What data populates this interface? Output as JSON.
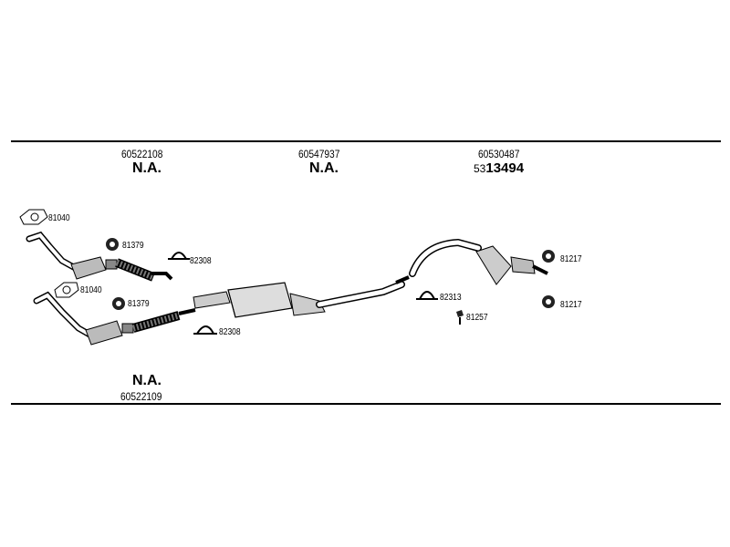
{
  "top_parts": [
    {
      "number": "60522108",
      "status": "N.A."
    },
    {
      "number": "60547937",
      "status": "N.A."
    },
    {
      "number": "60530487",
      "ref_prefix": "53",
      "ref_main": "13494"
    }
  ],
  "bottom_part": {
    "status": "N.A.",
    "number": "60522109"
  },
  "callouts": {
    "gasket_top": "81040",
    "gasket_bottom": "81040",
    "ring_top": "81379",
    "ring_bottom": "81379",
    "clamp_top": "82308",
    "clamp_bottom": "82308",
    "clamp_rear": "82313",
    "bolt_rear": "81257",
    "hanger_top": "81217",
    "hanger_bottom": "81217"
  }
}
